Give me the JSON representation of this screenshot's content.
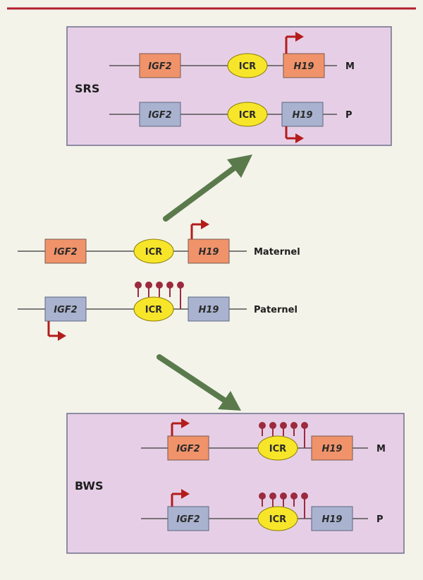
{
  "colors": {
    "background": "#f3f3ea",
    "top_rule": "#b21f2d",
    "panel_fill": "#e6cfe6",
    "panel_stroke": "#6f6f8c",
    "dna_line": "#555555",
    "maternal_gene": "#f0936a",
    "paternal_gene": "#a9b3cf",
    "icr_fill": "#f7e52a",
    "icr_stroke": "#8a7a00",
    "flag": "#b41c1c",
    "methyl": "#9c2a3e",
    "arrow": "#5a7a4c"
  },
  "labels": {
    "igf2": "IGF2",
    "h19": "H19",
    "icr": "ICR"
  },
  "panels": {
    "srs": {
      "label": "SRS",
      "maternal_tag": "M",
      "paternal_tag": "P"
    },
    "bws": {
      "label": "BWS",
      "maternal_tag": "M",
      "paternal_tag": "P"
    }
  },
  "normal": {
    "maternal_label": "Maternel",
    "paternal_label": "Paternel"
  }
}
